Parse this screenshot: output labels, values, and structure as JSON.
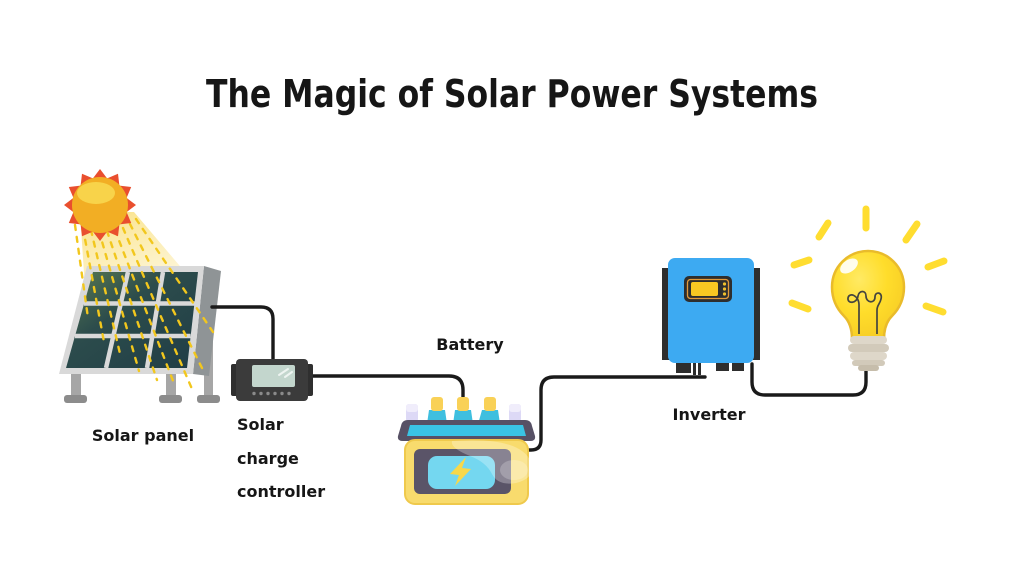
{
  "title": "The Magic of Solar Power Systems",
  "labels": {
    "solar_panel": "Solar panel",
    "controller_lines": [
      "Solar",
      "charge",
      "controller"
    ],
    "battery": "Battery",
    "inverter": "Inverter"
  },
  "components": [
    {
      "id": "sun",
      "type": "icon"
    },
    {
      "id": "solar-panel",
      "label": "Solar panel"
    },
    {
      "id": "solar-charge-controller",
      "label": "Solar charge controller"
    },
    {
      "id": "battery",
      "label": "Battery"
    },
    {
      "id": "inverter",
      "label": "Inverter"
    },
    {
      "id": "light-bulb",
      "type": "icon"
    }
  ],
  "connections": [
    {
      "from": "solar-panel",
      "to": "solar-charge-controller"
    },
    {
      "from": "solar-charge-controller",
      "to": "battery"
    },
    {
      "from": "battery",
      "to": "inverter"
    },
    {
      "from": "inverter",
      "to": "light-bulb"
    }
  ],
  "colors": {
    "wire": "#1a1a1a",
    "sun_spikes": "#e94f2e",
    "sun_body": "#f2ae24",
    "sun_highlight": "#f8d34a",
    "ray_yellow": "#f2c71d",
    "panel_frame": "#d9d9d9",
    "panel_side": "#8f9496",
    "panel_leg": "#a6a6a6",
    "controller_body": "#3b3b3b",
    "controller_screen": "#c3d6cd",
    "battery_body": "#f8db6d",
    "battery_top": "#575165",
    "battery_cyan": "#3ac4e4",
    "battery_screen": "#74d7f0",
    "battery_post": "#ddd9f6",
    "inverter_blue": "#3daaf2",
    "inverter_dark": "#2e2e2e",
    "display_yellow": "#f8c822",
    "bulb_yellow": "#ffdd30",
    "bulb_outline": "#e9bb2b",
    "bulb_base": "#d2caba",
    "text": "#161616"
  }
}
